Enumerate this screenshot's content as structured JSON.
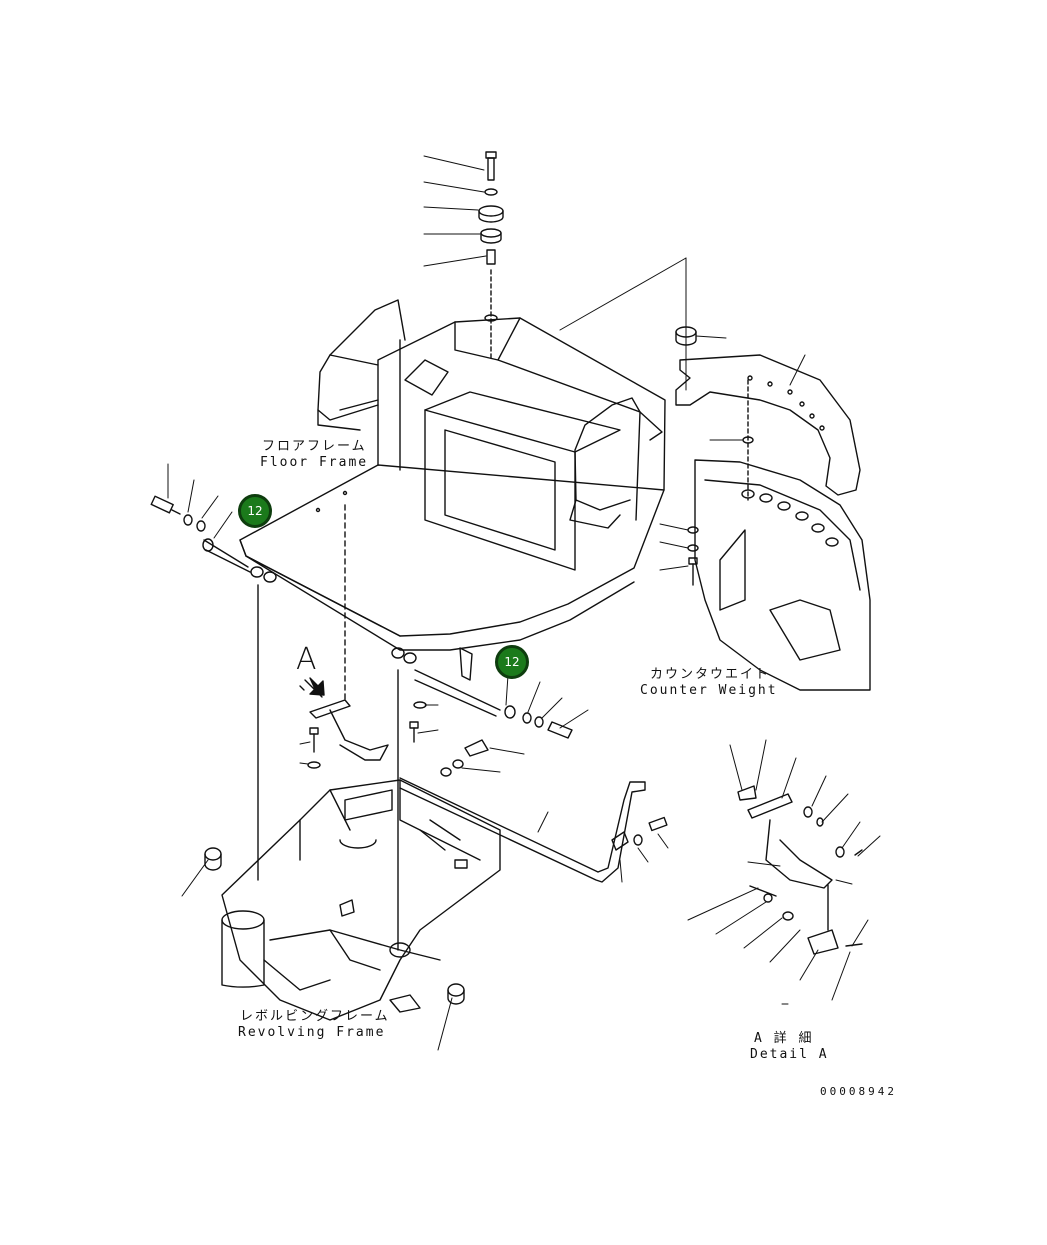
{
  "labels": {
    "floor_frame_jp": "フロアフレーム",
    "floor_frame_en": "Floor Frame",
    "counter_weight_jp": "カウンタウエイト",
    "counter_weight_en": "Counter Weight",
    "revolving_frame_jp": "レボルビングフレーム",
    "revolving_frame_en": "Revolving Frame",
    "detail_jp": "A 詳 細",
    "detail_en": "Detail A",
    "view_marker": "A",
    "drawing_number": "00008942"
  },
  "callouts": [
    {
      "id": "callout-12-left",
      "number": "12"
    },
    {
      "id": "callout-12-right",
      "number": "12"
    }
  ],
  "colors": {
    "line": "#111111",
    "callout_fill": "#1b7a1b",
    "callout_border": "#0e3d0e"
  }
}
